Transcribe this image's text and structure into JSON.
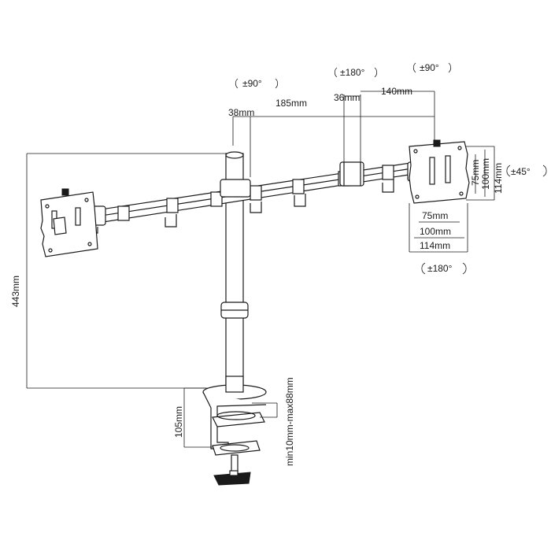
{
  "dimensions": {
    "height_total": "443mm",
    "arm_pole_offset": "38mm",
    "arm_segment_1": "185mm",
    "arm_joint": "36mm",
    "arm_segment_2": "140mm",
    "vesa_h_75": "75mm",
    "vesa_h_100": "100mm",
    "vesa_h_114": "114mm",
    "vesa_w_75": "75mm",
    "vesa_w_100": "100mm",
    "vesa_w_114": "114mm",
    "clamp_height": "105mm",
    "desk_thickness": "min10mm-max88mm"
  },
  "rotations": {
    "tilt_left": "±90°",
    "swivel_middle": "±180°",
    "tilt_right": "±90°",
    "tilt_side": "±45°",
    "rotate_bottom": "±180°"
  },
  "colors": {
    "line": "#1a1a1a",
    "background": "#ffffff"
  }
}
